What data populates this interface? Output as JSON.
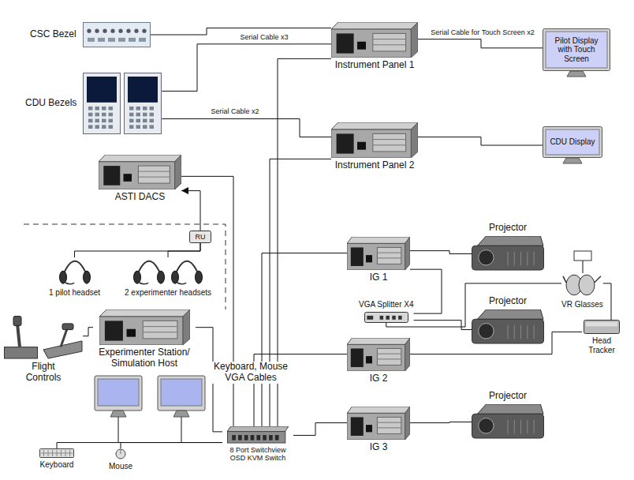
{
  "diagram": {
    "nodes": [
      {
        "text": [
          "Instrument Panel 1"
        ]
      },
      {
        "text": [
          "Pilot Display with Touch Screen"
        ]
      },
      {
        "text": [
          "CSC Bezel"
        ]
      },
      {
        "text": [
          "CDU Bezels"
        ]
      },
      {
        "text": [
          "Instrument Panel 2"
        ]
      },
      {
        "text": [
          "CDU Display"
        ]
      },
      {
        "text": [
          "ASTI DACS"
        ]
      },
      {
        "text": [
          "RU"
        ]
      },
      {
        "text": [
          "1 pilot headset"
        ]
      },
      {
        "text": [
          "2 experimenter headsets"
        ]
      },
      {
        "text": [
          "IG 1"
        ]
      },
      {
        "text": [
          "Projector"
        ]
      },
      {
        "text": [
          "Flight Controls"
        ]
      },
      {
        "text": [
          "Experimenter Station/ Simulation Host"
        ]
      },
      {
        "text": [
          "VGA Splitter X4"
        ]
      },
      {
        "text": [
          "Projector"
        ]
      },
      {
        "text": [
          "VR Glasses"
        ]
      },
      {
        "text": [
          "Head Tracker"
        ]
      },
      {
        "text": [
          "IG 2"
        ]
      },
      {
        "text": [
          "Keyboard"
        ]
      },
      {
        "text": [
          "Mouse"
        ]
      },
      {
        "text": [
          "8 Port Switchview OSD KVM Switch"
        ]
      },
      {
        "text": [
          "IG 3"
        ]
      },
      {
        "text": [
          "Projector"
        ]
      }
    ],
    "edges": [
      {
        "from": 0,
        "to": 1,
        "label": "Serial Cable for Touch Screen x2",
        "arrow": "none"
      },
      {
        "from": 2,
        "to": 0,
        "arrow": "none"
      },
      {
        "from": 3,
        "to": 0,
        "label": "Serial Cable x3",
        "arrow": "none"
      },
      {
        "from": 3,
        "to": 4,
        "label": "Serial Cable x2",
        "arrow": "none"
      },
      {
        "from": 4,
        "to": 5,
        "arrow": "none"
      },
      {
        "from": 7,
        "to": 6,
        "arrow": "to"
      },
      {
        "from": 8,
        "to": 7,
        "arrow": "none"
      },
      {
        "from": 9,
        "to": 7,
        "arrow": "none"
      },
      {
        "from": 12,
        "to": 13,
        "arrow": "none"
      },
      {
        "from": 13,
        "to": 21,
        "arrow": "none"
      },
      {
        "from": 19,
        "to": 21,
        "arrow": "none"
      },
      {
        "from": 20,
        "to": 21,
        "arrow": "none"
      },
      {
        "from": 21,
        "to": 0,
        "arrow": "none"
      },
      {
        "from": 21,
        "to": 4,
        "arrow": "none"
      },
      {
        "from": 21,
        "to": 6,
        "arrow": "none"
      },
      {
        "from": 21,
        "to": 10,
        "arrow": "none"
      },
      {
        "from": 21,
        "to": 18,
        "arrow": "none"
      },
      {
        "from": 21,
        "to": 22,
        "arrow": "none"
      },
      {
        "from": 10,
        "to": 11,
        "arrow": "none"
      },
      {
        "from": 10,
        "to": 14,
        "arrow": "none"
      },
      {
        "from": 14,
        "to": 15,
        "arrow": "none"
      },
      {
        "from": 14,
        "to": 16,
        "arrow": "none"
      },
      {
        "from": 18,
        "to": 17,
        "arrow": "none"
      },
      {
        "from": 17,
        "to": 16,
        "arrow": "none"
      },
      {
        "from": 22,
        "to": 23,
        "arrow": "none"
      }
    ],
    "labels": [
      "Keyboard, Mouse VGA Cables"
    ]
  }
}
